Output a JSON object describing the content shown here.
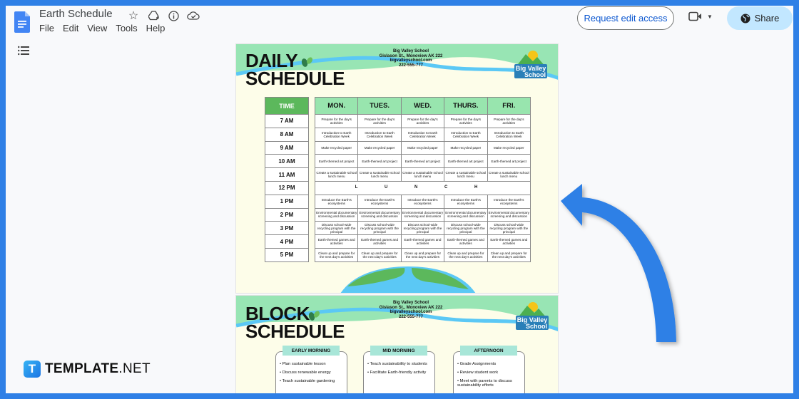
{
  "app": {
    "doc_title": "Earth Schedule",
    "menu": [
      "File",
      "Edit",
      "View",
      "Tools",
      "Help"
    ],
    "title_icons": [
      "star-icon",
      "move-to-drive-icon",
      "info-icon",
      "cloud-status-icon"
    ],
    "request_edit_label": "Request edit access",
    "share_label": "Share",
    "accent": "#2f80e6"
  },
  "page1": {
    "title_line1": "DAILY",
    "title_line2": "SCHEDULE",
    "school": {
      "name": "Big Valley School",
      "address": "Gislason St., Monoview AK 222",
      "website": "bigvalleyschool.com",
      "phone": "222-555-777"
    },
    "logo_line1": "Big Valley",
    "logo_line2": "School",
    "time_header": "TIME",
    "times": [
      "7 AM",
      "8 AM",
      "9 AM",
      "10 AM",
      "11 AM",
      "12 PM",
      "1 PM",
      "2 PM",
      "3 PM",
      "4 PM",
      "5 PM"
    ],
    "days": [
      "MON.",
      "TUES.",
      "WED.",
      "THURS.",
      "FRI."
    ],
    "activities": [
      "Prepare for the day's activities",
      "Introduction to Earth Celebration Week",
      "Make recycled paper",
      "Earth-themed art project",
      "Create a sustainable school lunch menu",
      "L U N C H",
      "Introduce the Earth's ecosystems",
      "Environmental documentary screening and discussion",
      "Discuss school-wide recycling program with the principal",
      "Earth-themed games and activities",
      "Clean up and prepare for the next day's activities"
    ]
  },
  "page2": {
    "title_line1": "BLOCK",
    "title_line2": "SCHEDULE",
    "school": {
      "name": "Big Valley School",
      "address": "Gislason St., Monoview AK 222",
      "website": "bigvalleyschool.com",
      "phone": "222-555-777"
    },
    "logo_line1": "Big Valley",
    "logo_line2": "School",
    "blocks": [
      {
        "label": "EARLY MORNING",
        "items": [
          "Plan sustainable lesson",
          "Discuss renewable energy",
          "Teach sustainable gardening"
        ]
      },
      {
        "label": "MID MORNING",
        "items": [
          "Teach sustainability to students",
          "Facilitate Earth-friendly activity"
        ]
      },
      {
        "label": "AFTERNOON",
        "items": [
          "Grade Assignments",
          "Review student work",
          "Meet with parents to discuss sustainability efforts"
        ]
      }
    ]
  },
  "brand": {
    "bold": "TEMPLATE",
    "light": ".NET",
    "mark": "T"
  }
}
